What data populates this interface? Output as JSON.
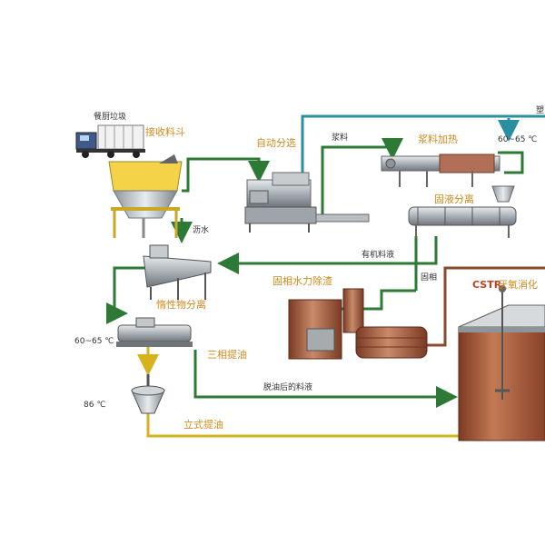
{
  "colors": {
    "pipe_green": "#2d7a36",
    "pipe_teal": "#2a8fa3",
    "pipe_yellow": "#d6b21e",
    "label_orange": "#d08a1c",
    "tank_copper": "#a0553a",
    "cstr_red": "#c4421c"
  },
  "labels": {
    "kitchen_waste": "餐厨垃圾",
    "receiving_hopper": "接收料斗",
    "auto_sorting": "自动分选",
    "slurry": "浆料",
    "slurry_heating": "浆料加热",
    "temp_heating": "60~65 ℃",
    "solid_liquid_separation": "固液分离",
    "drain_water": "沥水",
    "organic_liquid": "有机料液",
    "solid_phase_hydro_removal": "固相水力除渣",
    "solid_phase": "固相",
    "inert_separation": "惰性物分离",
    "cstr_label": "CSTR",
    "cstr_digestion": "厌氧消化",
    "temp_left": "60~65 ℃",
    "three_phase_oil": "三相提油",
    "temp_86": "86 ℃",
    "deoiled_liquid": "脱油后的料液",
    "vertical_oil": "立式提油",
    "top_right_partial": "塑"
  }
}
